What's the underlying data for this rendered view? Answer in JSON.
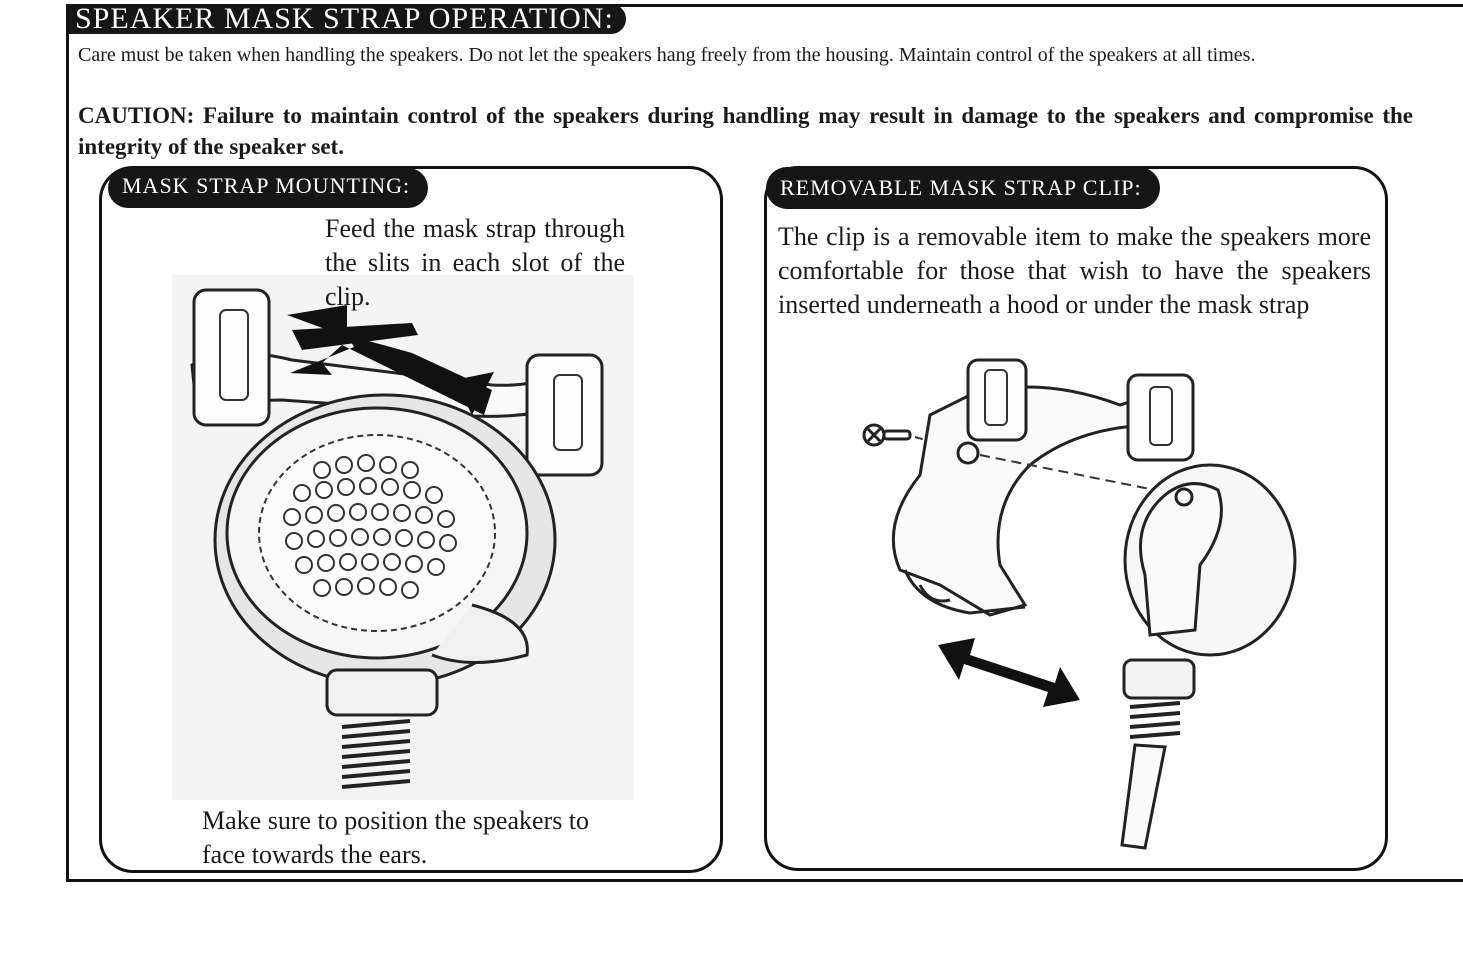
{
  "page": {
    "title": "SPEAKER MASK STRAP OPERATION:",
    "intro": "Care must be taken when handling the speakers.  Do not let the speakers hang freely from the housing.  Maintain control  of the speakers at all times.",
    "caution": "CAUTION: Failure to maintain control of the speakers during handling may result in damage to the speakers and compromise the integrity of the speaker set."
  },
  "left_panel": {
    "heading": "MASK STRAP MOUNTING:",
    "feed_text": "Feed the mask strap through the slits  in each slot of the clip.",
    "position_text": "Make sure to position the speakers to face towards the ears.",
    "illustration_icon": "speaker-with-clip-and-arrows"
  },
  "right_panel": {
    "heading": "REMOVABLE MASK STRAP CLIP:",
    "description": "The clip is a removable item to make the speakers more comfortable for those that wish to have the speakers inserted underneath a hood or under the mask strap",
    "illustration_icon": "exploded-clip-and-speaker"
  },
  "colors": {
    "ink": "#161616",
    "background": "#ffffff"
  }
}
